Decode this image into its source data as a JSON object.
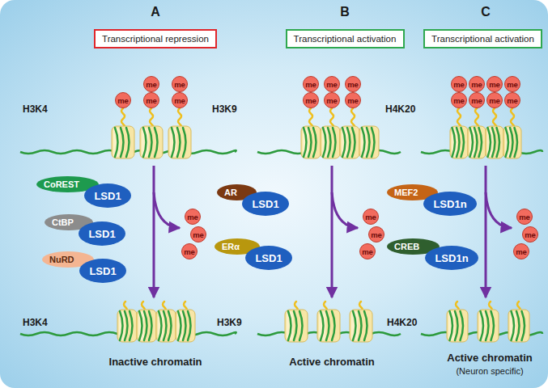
{
  "diagram": {
    "nodes": [
      {
        "text": [
          "Transcriptional repression"
        ]
      },
      {
        "text": [
          "me"
        ]
      },
      {
        "text": [
          "me"
        ]
      },
      {
        "text": [
          "me"
        ]
      },
      {
        "text": [
          "me"
        ]
      },
      {
        "text": [
          "me"
        ]
      },
      {
        "text": [
          "CoREST"
        ]
      },
      {
        "text": [
          "LSD1"
        ]
      },
      {
        "text": [
          "CtBP"
        ]
      },
      {
        "text": [
          "LSD1"
        ]
      },
      {
        "text": [
          "NuRD"
        ]
      },
      {
        "text": [
          "LSD1"
        ]
      },
      {
        "text": [
          "me"
        ]
      },
      {
        "text": [
          "me"
        ]
      },
      {
        "text": [
          "me"
        ]
      },
      {
        "text": [
          "Transcriptional activation"
        ]
      },
      {
        "text": [
          "me"
        ]
      },
      {
        "text": [
          "me"
        ]
      },
      {
        "text": [
          "me"
        ]
      },
      {
        "text": [
          "me"
        ]
      },
      {
        "text": [
          "me"
        ]
      },
      {
        "text": [
          "me"
        ]
      },
      {
        "text": [
          "AR"
        ]
      },
      {
        "text": [
          "LSD1"
        ]
      },
      {
        "text": [
          "ERα"
        ]
      },
      {
        "text": [
          "LSD1"
        ]
      },
      {
        "text": [
          "me"
        ]
      },
      {
        "text": [
          "me"
        ]
      },
      {
        "text": [
          "me"
        ]
      },
      {
        "text": [
          "Transcriptional activation"
        ]
      },
      {
        "text": [
          "me"
        ]
      },
      {
        "text": [
          "me"
        ]
      },
      {
        "text": [
          "me"
        ]
      },
      {
        "text": [
          "me"
        ]
      },
      {
        "text": [
          "me"
        ]
      },
      {
        "text": [
          "me"
        ]
      },
      {
        "text": [
          "me"
        ]
      },
      {
        "text": [
          "me"
        ]
      },
      {
        "text": [
          "MEF2"
        ]
      },
      {
        "text": [
          "LSD1n"
        ]
      },
      {
        "text": [
          "CREB"
        ]
      },
      {
        "text": [
          "LSD1n"
        ]
      },
      {
        "text": [
          "me"
        ]
      },
      {
        "text": [
          "me"
        ]
      },
      {
        "text": [
          "me"
        ]
      }
    ],
    "labels": [
      "A",
      "B",
      "C",
      "H3K4",
      "H3K9",
      "H4K20",
      "H3K4",
      "H3K9",
      "H4K20",
      "Inactive chromatin",
      "Active chromatin",
      "Active chromatin",
      "(Neuron specific)"
    ]
  }
}
